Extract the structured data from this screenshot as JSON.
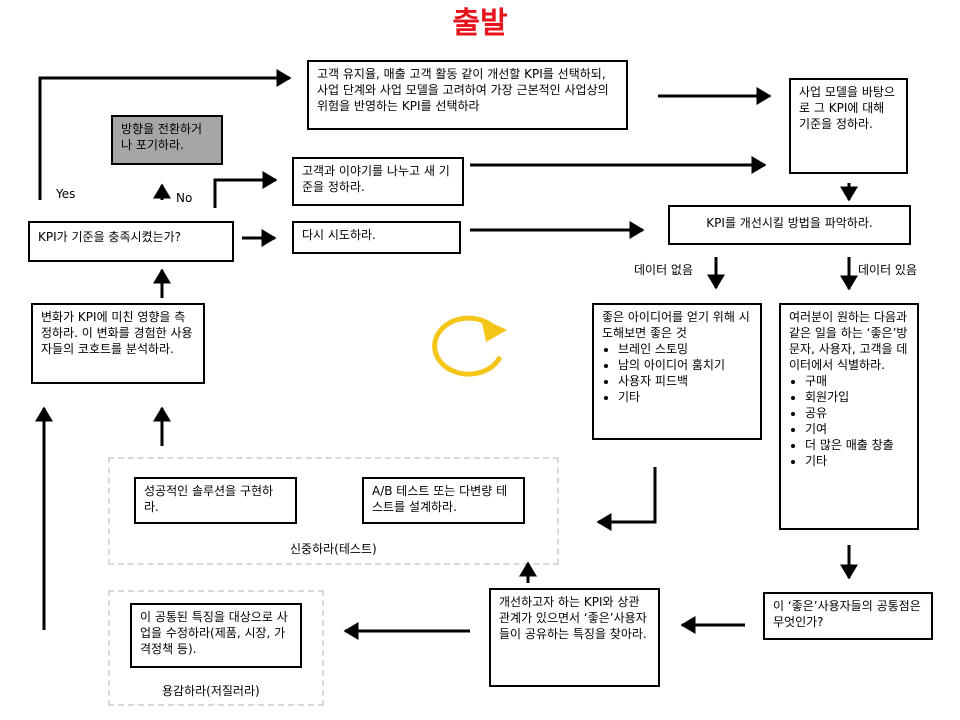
{
  "title": "출발",
  "boxes": {
    "kpi_select": "고객 유지율, 매출 고객 활동 같이 개선할 KPI를 선택하되, 사업 단계와 사업 모델을 고려하여 가장 근본적인 사업상의 위험을 반영하는 KPI를 선택하라",
    "model_criteria": "사업 모델을 바탕으로 그 KPI에 대해 기준을 정하라.",
    "pivot": "방향을 전환하거나 포기하라.",
    "talk_customers": "고객과 이야기를 나누고 새 기준을 정하라.",
    "kpi_met": "KPI가 기준을 충족시켰는가?",
    "retry": "다시 시도하라.",
    "find_ways": "KPI를 개선시킬 방법을 파악하라.",
    "measure": "변화가 KPI에 미친 영향을 측정하라. 이 변화를 경험한 사용자들의 코호트를 분석하라.",
    "ideas": {
      "intro": "좋은 아이디어를 얻기 위해 시도해보면 좋은 것",
      "items": [
        "브레인 스토밍",
        "남의 아이디어 훔치기",
        "사용자 피드백",
        "기타"
      ]
    },
    "identify": {
      "intro": "여러분이 원하는 다음과 같은 일을 하는 ‘좋은’방문자, 사용자, 고객을 데이터에서 식별하라.",
      "items": [
        "구매",
        "회원가입",
        "공유",
        "기여",
        "더 많은 매출 창출",
        "기타"
      ]
    },
    "implement": "성공적인 솔루션을 구현하라.",
    "ab_test": "A/B 테스트 또는 다변량 테스트를 설계하라.",
    "common_traits": "이 ‘좋은’사용자들의 공통점은 무엇인가?",
    "find_shared": "개선하고자 하는 KPI와 상관관계가 있으면서 ‘좋은’사용자들이 공유하는 특징을 찾아라.",
    "modify": "이 공통된 특징을 대상으로 사업을 수정하라(제품, 시장, 가격정책 등)."
  },
  "labels": {
    "yes": "Yes",
    "no": "No",
    "no_data": "데이터 없음",
    "has_data": "데이터 있음",
    "careful": "신중하라(테스트)",
    "bold": "용감하라(저질러라)"
  },
  "colors": {
    "title": "#e8141c",
    "cycle_icon": "#f5c518",
    "dashed_border": "#d9d9d9",
    "gray_box": "#a6a6a6"
  },
  "icons": {
    "cycle": "circular-arrow-icon"
  }
}
